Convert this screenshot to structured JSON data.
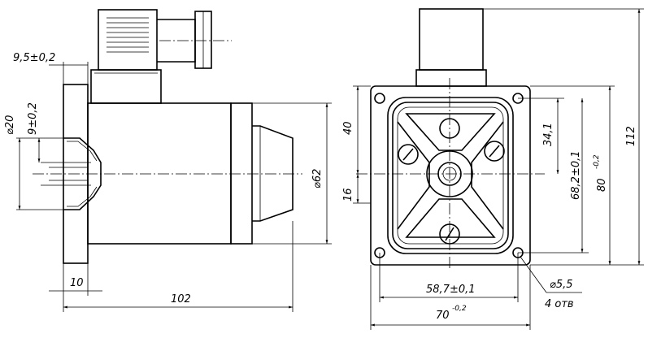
{
  "drawing": {
    "side_view": {
      "dim_flange_offset": "9,5±0,2",
      "dim_bore_dia": "⌀20",
      "dim_bore_offset": "9±0,2",
      "dim_flange_thickness": "10",
      "dim_total_length": "102",
      "dim_body_dia": "⌀62"
    },
    "front_view": {
      "dim_top_offset": "40",
      "dim_center_offset": "16",
      "dim_inner_height": "34,1",
      "dim_hole_spacing_v": "68,2±0,1",
      "dim_flange_height": "80",
      "dim_flange_height_tol": "-0,2",
      "dim_total_height": "112",
      "dim_hole_spacing_h": "58,7±0,1",
      "dim_flange_width": "70",
      "dim_flange_width_tol": "-0,2",
      "dim_hole_dia": "⌀5,5",
      "dim_hole_count": "4 отв"
    }
  }
}
